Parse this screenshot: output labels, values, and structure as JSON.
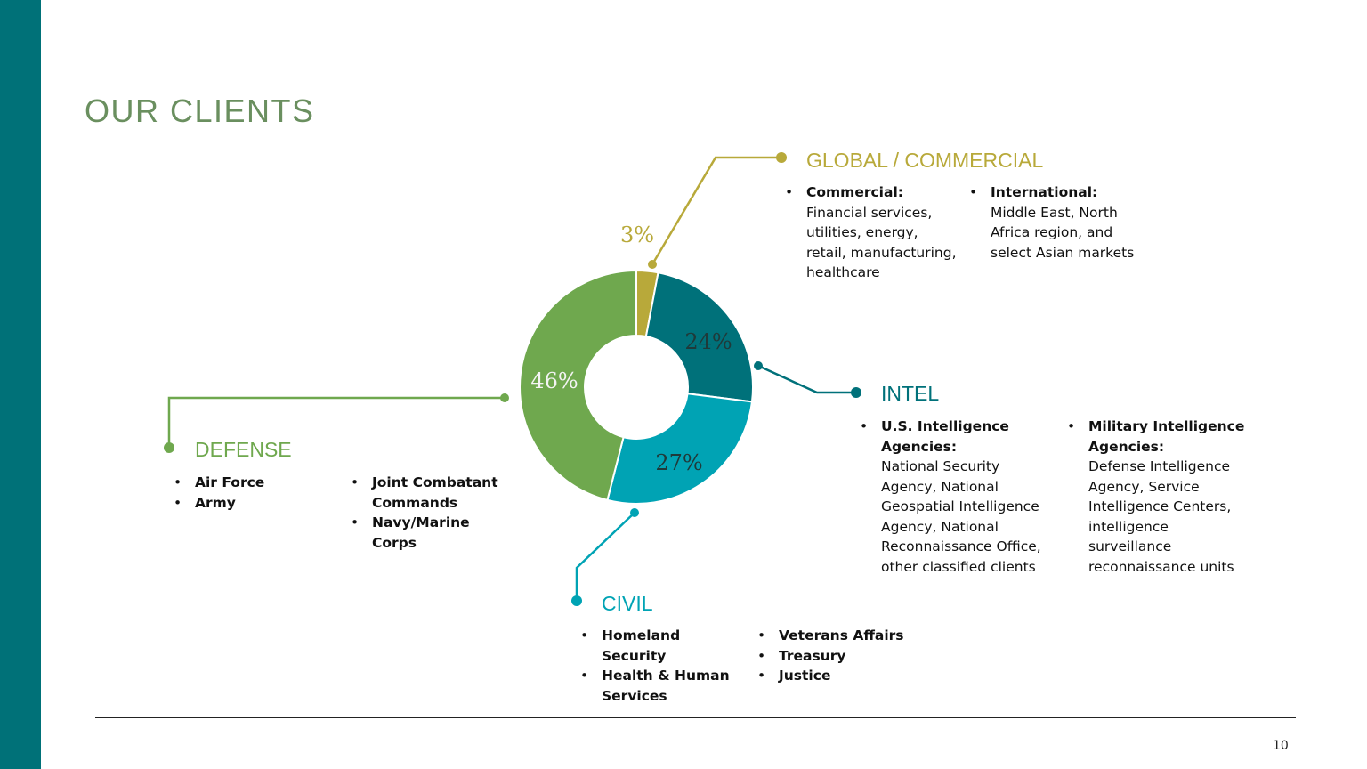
{
  "page": {
    "title": "OUR CLIENTS",
    "page_number": "10"
  },
  "colors": {
    "sidebar": "#007178",
    "title": "#6a8f5f",
    "global": "#b8a93a",
    "intel": "#00717a",
    "civil": "#00a3b4",
    "defense": "#6fa84e"
  },
  "chart_data": {
    "type": "pie",
    "variant": "donut",
    "slices": [
      {
        "label": "3%",
        "value": 3,
        "segment": "global",
        "color": "#b8a93a"
      },
      {
        "label": "24%",
        "value": 24,
        "segment": "intel",
        "color": "#00717a"
      },
      {
        "label": "27%",
        "value": 27,
        "segment": "civil",
        "color": "#00a3b4"
      },
      {
        "label": "46%",
        "value": 46,
        "segment": "defense",
        "color": "#6fa84e"
      }
    ]
  },
  "segments": {
    "global": {
      "heading": "GLOBAL / COMMERCIAL",
      "col1": [
        {
          "name": "Commercial:",
          "desc": "Financial services, utilities, energy, retail, manufacturing, healthcare"
        }
      ],
      "col2": [
        {
          "name": "International:",
          "desc": "Middle East, North Africa region, and select Asian markets"
        }
      ]
    },
    "intel": {
      "heading": "INTEL",
      "col1": [
        {
          "name": "U.S. Intelligence Agencies:",
          "desc": "National Security Agency, National Geospatial Intelligence Agency, National Reconnaissance Office, other classified clients"
        }
      ],
      "col2": [
        {
          "name": "Military Intelligence Agencies:",
          "desc": "Defense Intelligence Agency, Service Intelligence Centers, intelligence surveillance reconnaissance units"
        }
      ]
    },
    "civil": {
      "heading": "CIVIL",
      "col1": [
        {
          "name": "Homeland Security"
        },
        {
          "name": "Health & Human Services"
        }
      ],
      "col2": [
        {
          "name": "Veterans Affairs"
        },
        {
          "name": "Treasury"
        },
        {
          "name": "Justice"
        }
      ]
    },
    "defense": {
      "heading": "DEFENSE",
      "col1": [
        {
          "name": "Air Force"
        },
        {
          "name": "Army"
        }
      ],
      "col2": [
        {
          "name": "Joint Combatant Commands"
        },
        {
          "name": "Navy/Marine Corps"
        }
      ]
    }
  }
}
